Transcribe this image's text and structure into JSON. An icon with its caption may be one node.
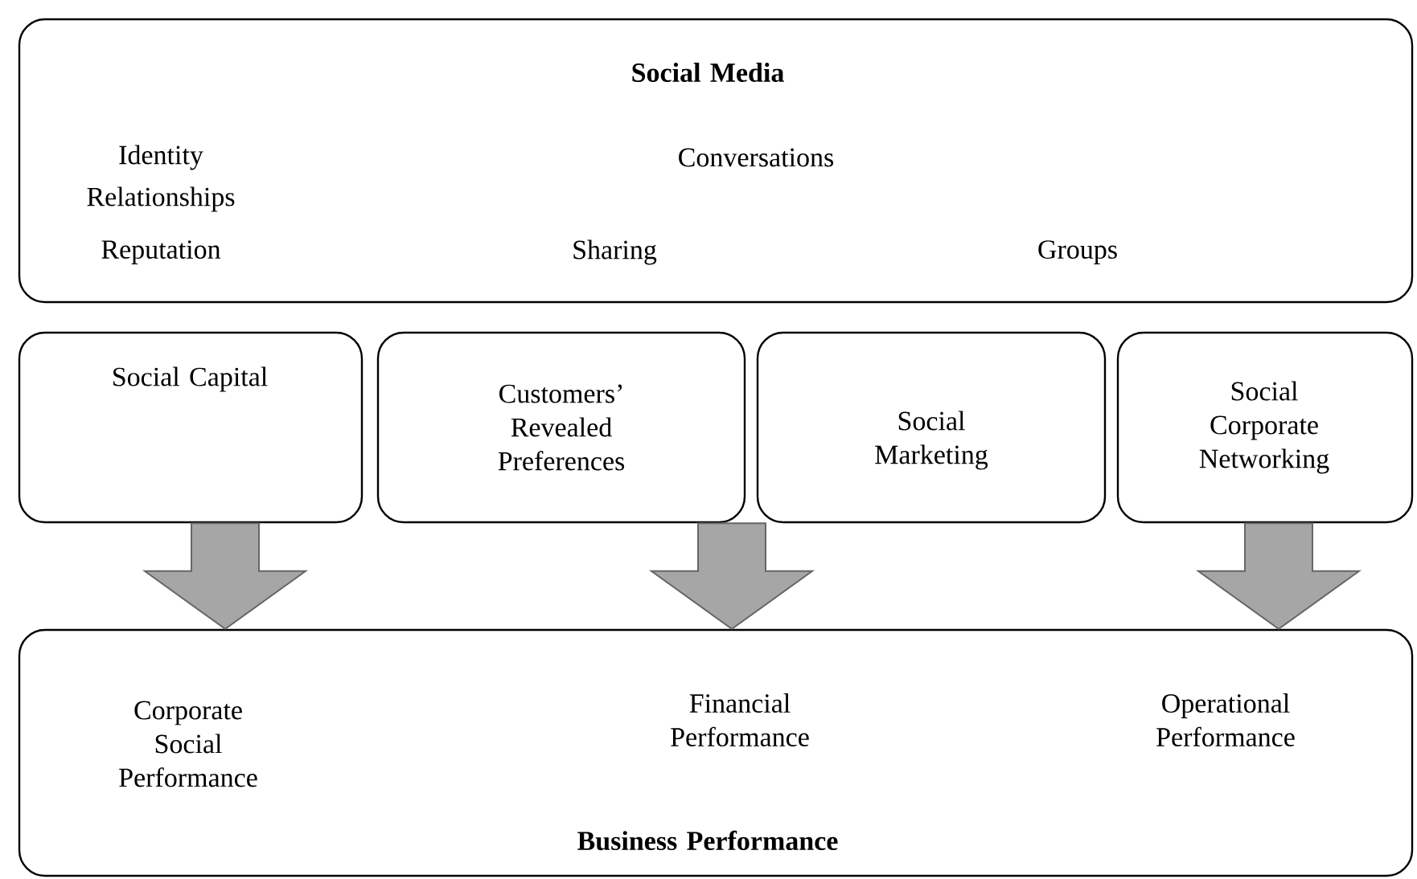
{
  "diagram": {
    "nodes": [
      {
        "text": [
          "Social Media",
          "Identity",
          "Relationships",
          "Reputation",
          "Conversations",
          "Sharing",
          "Groups"
        ]
      },
      {
        "text": [
          "Social Capital"
        ]
      },
      {
        "text": [
          "Customers’ Revealed Preferences"
        ]
      },
      {
        "text": [
          "Social Marketing"
        ]
      },
      {
        "text": [
          "Social Corporate Networking"
        ]
      },
      {
        "text": [
          "Corporate Social Performance",
          "Financial Performance",
          "Operational Performance",
          "Business Performance"
        ]
      }
    ],
    "edges": [
      {
        "from": 1,
        "to": 5,
        "arrow": "to"
      },
      {
        "from": 2,
        "to": 5,
        "arrow": "to"
      },
      {
        "from": 4,
        "to": 5,
        "arrow": "to"
      }
    ]
  }
}
